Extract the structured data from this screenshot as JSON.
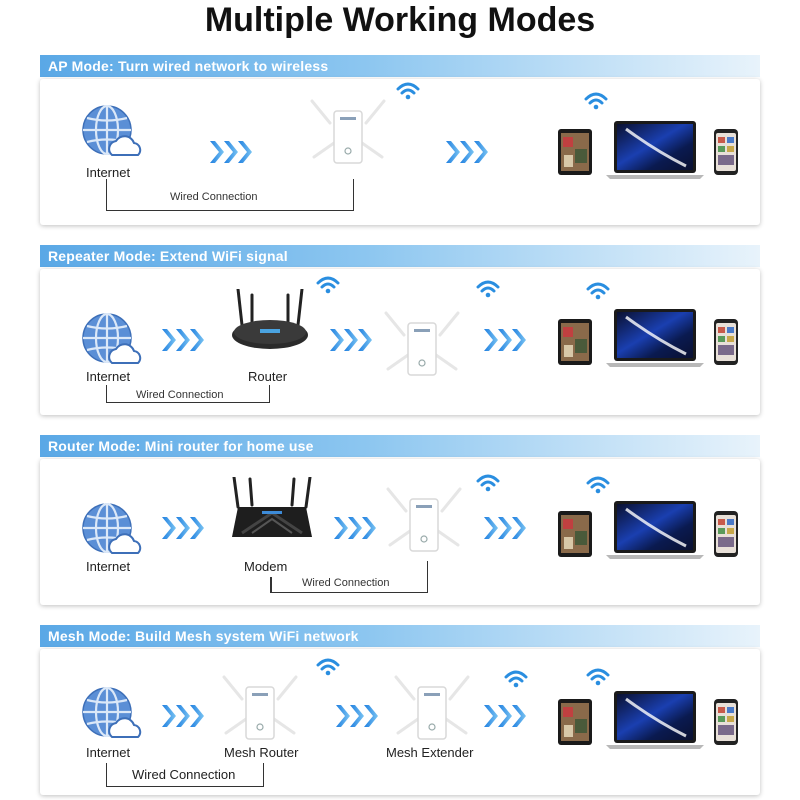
{
  "title": "Multiple Working Modes",
  "colors": {
    "accent": "#2a8ee0",
    "header_start": "#5aa8e6"
  },
  "modes": [
    {
      "header": "AP Mode: Turn wired network to wireless",
      "labels": {
        "internet": "Internet",
        "wired": "Wired Connection"
      }
    },
    {
      "header": "Repeater Mode: Extend WiFi signal",
      "labels": {
        "internet": "Internet",
        "router": "Router",
        "wired": "Wired Connection"
      }
    },
    {
      "header": "Router Mode: Mini router for home use",
      "labels": {
        "internet": "Internet",
        "modem": "Modem",
        "wired": "Wired Connection"
      }
    },
    {
      "header": "Mesh Mode: Build Mesh system WiFi network",
      "labels": {
        "internet": "Internet",
        "mesh_router": "Mesh Router",
        "mesh_extender": "Mesh Extender",
        "wired": "Wired Connection"
      }
    }
  ],
  "icons": [
    "globe-cloud-icon",
    "chevron-arrows-icon",
    "wifi-icon",
    "extender-icon",
    "router-icon",
    "modem-icon",
    "tablet-icon",
    "laptop-icon",
    "phone-icon"
  ]
}
